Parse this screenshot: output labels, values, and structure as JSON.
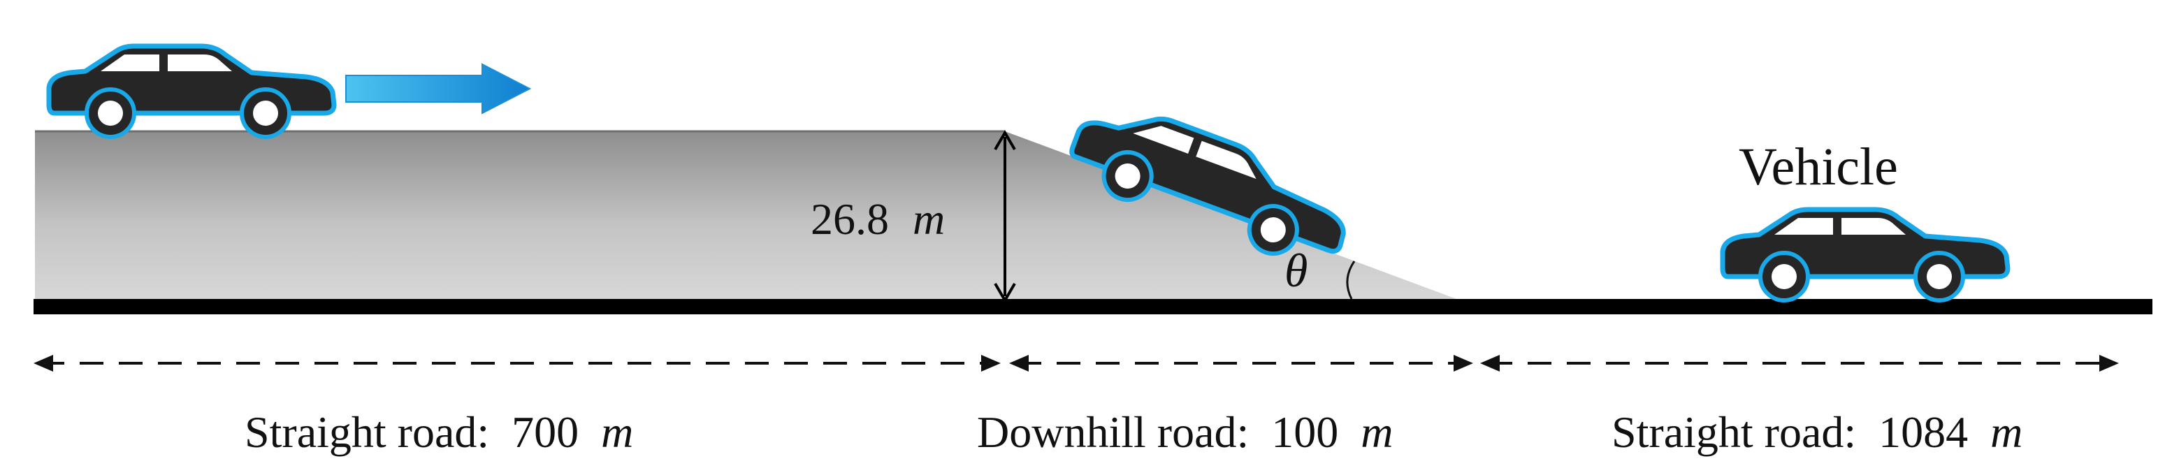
{
  "annotations": {
    "height_value": "26.8",
    "height_unit": "m",
    "angle_symbol": "θ",
    "vehicle_label": "Vehicle"
  },
  "segments": [
    {
      "label": "Straight road:",
      "value": "700",
      "unit": "m"
    },
    {
      "label": "Downhill road:",
      "value": "100",
      "unit": "m"
    },
    {
      "label": "Straight road:",
      "value": "1084",
      "unit": "m"
    }
  ],
  "colors": {
    "car_body": "#262626",
    "car_outline": "#19a8e8",
    "arrow": "#1a8fd8",
    "slope_top": "#8e8e8e",
    "slope_bottom": "#d6d6d6",
    "road": "#000000"
  },
  "icons": [
    "car-icon",
    "direction-arrow-icon"
  ]
}
